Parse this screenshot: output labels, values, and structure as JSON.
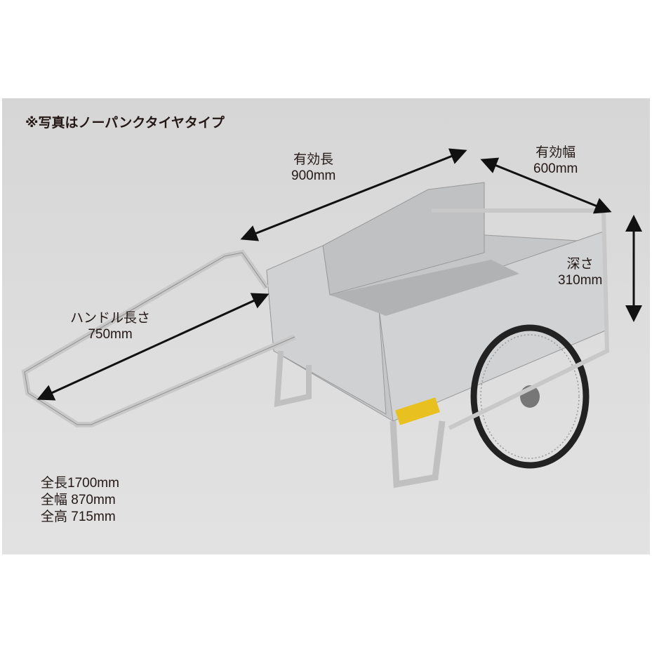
{
  "note": "※写真はノーパンクタイヤタイプ",
  "dimensions": {
    "effective_length": {
      "label": "有効長",
      "value": "900mm"
    },
    "effective_width": {
      "label": "有効幅",
      "value": "600mm"
    },
    "depth": {
      "label": "深さ",
      "value": "310mm"
    },
    "handle_length": {
      "label": "ハンドル長さ",
      "value": "750mm"
    }
  },
  "specs": [
    {
      "label": "全長",
      "value": "1700mm"
    },
    {
      "label": "全幅",
      "value": " 870mm"
    },
    {
      "label": "全高",
      "value": " 715mm"
    }
  ]
}
